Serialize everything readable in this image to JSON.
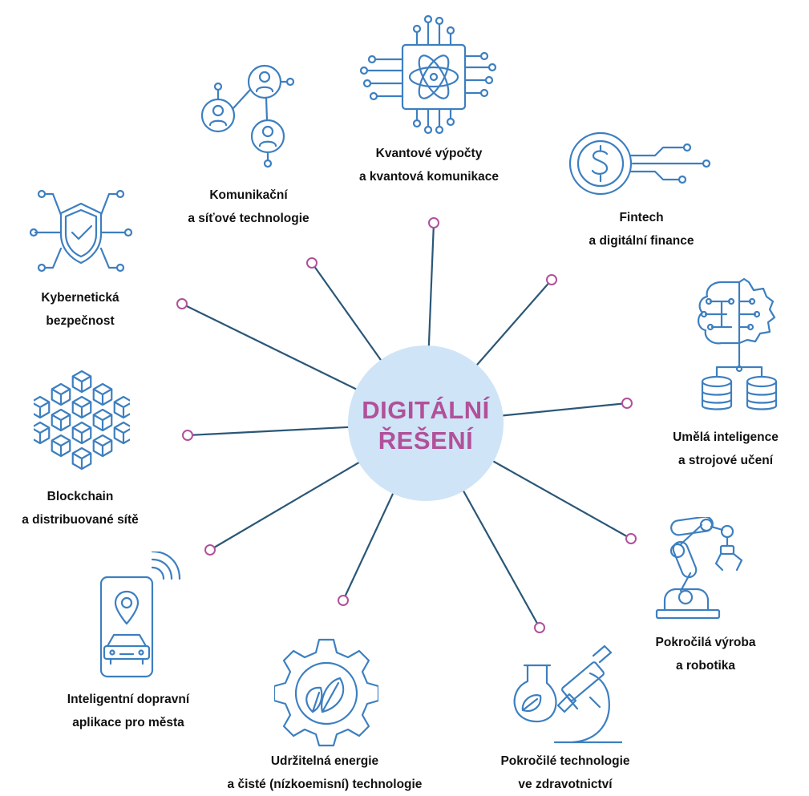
{
  "center": {
    "line1": "DIGITÁLNÍ",
    "line2": "ŘEŠENÍ"
  },
  "colors": {
    "accent": "#b2509a",
    "icon": "#3d7fc0",
    "spoke": "#2b5777",
    "center_fill": "#cfe4f6",
    "text": "#111111"
  },
  "nodes": [
    {
      "id": "kvantove",
      "icon": "quantum-chip-icon",
      "line1": "Kvantové výpočty",
      "line2": "a kvantová komunikace"
    },
    {
      "id": "fintech",
      "icon": "dollar-coin-icon",
      "line1": "Fintech",
      "line2": "a digitální finance"
    },
    {
      "id": "ai",
      "icon": "ai-brain-gear-icon",
      "line1": "Umělá inteligence",
      "line2": "a strojové učení"
    },
    {
      "id": "robotika",
      "icon": "robot-arm-icon",
      "line1": "Pokročilá výroba",
      "line2": "a robotika"
    },
    {
      "id": "zdravotnictvi",
      "icon": "microscope-icon",
      "line1": "Pokročilé technologie",
      "line2": "ve zdravotnictví"
    },
    {
      "id": "energie",
      "icon": "gear-leaf-icon",
      "line1": "Udržitelná energie",
      "line2": "a čisté (nízkoemisní) technologie"
    },
    {
      "id": "doprava",
      "icon": "smartphone-car-icon",
      "line1": "Inteligentní dopravní",
      "line2": "aplikace pro města"
    },
    {
      "id": "blockchain",
      "icon": "blockchain-cubes-icon",
      "line1": "Blockchain",
      "line2": "a distribuované sítě"
    },
    {
      "id": "kyber",
      "icon": "shield-check-icon",
      "line1": "Kybernetická",
      "line2": "bezpečnost"
    },
    {
      "id": "komunikace",
      "icon": "network-users-icon",
      "line1": "Komunikační",
      "line2": "a síťové technologie"
    }
  ]
}
